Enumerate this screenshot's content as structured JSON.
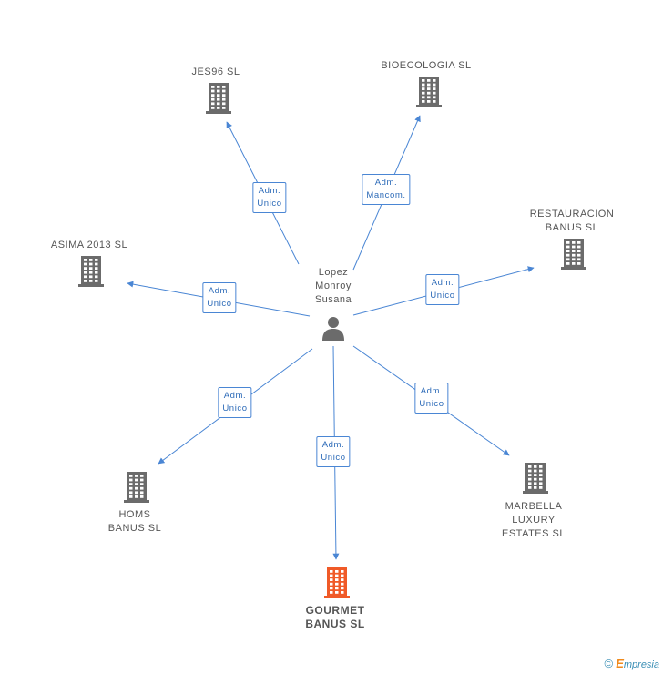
{
  "person": {
    "name": "Lopez\nMonroy\nSusana",
    "icon": "person-icon"
  },
  "companies": [
    {
      "id": "jes96",
      "name": "JES96 SL",
      "role": "Adm.\nUnico",
      "focus": false
    },
    {
      "id": "bioecologia",
      "name": "BIOECOLOGIA SL",
      "role": "Adm.\nMancom.",
      "focus": false
    },
    {
      "id": "restauracion",
      "name": "RESTAURACION\nBANUS SL",
      "role": "Adm.\nUnico",
      "focus": false
    },
    {
      "id": "asima",
      "name": "ASIMA 2013 SL",
      "role": "Adm.\nUnico",
      "focus": false
    },
    {
      "id": "homs",
      "name": "HOMS\nBANUS SL",
      "role": "Adm.\nUnico",
      "focus": false
    },
    {
      "id": "gourmet",
      "name": "GOURMET\nBANUS SL",
      "role": "Adm.\nUnico",
      "focus": true
    },
    {
      "id": "marbella",
      "name": "MARBELLA\nLUXURY\nESTATES SL",
      "role": "Adm.\nUnico",
      "focus": false
    }
  ],
  "colors": {
    "edge": "#4a86d4",
    "building": "#6b6b6b",
    "building_focus": "#f05a28",
    "person": "#6b6b6b"
  },
  "footer": {
    "copyright": "©",
    "brand_initial": "E",
    "brand_rest": "mpresia"
  }
}
